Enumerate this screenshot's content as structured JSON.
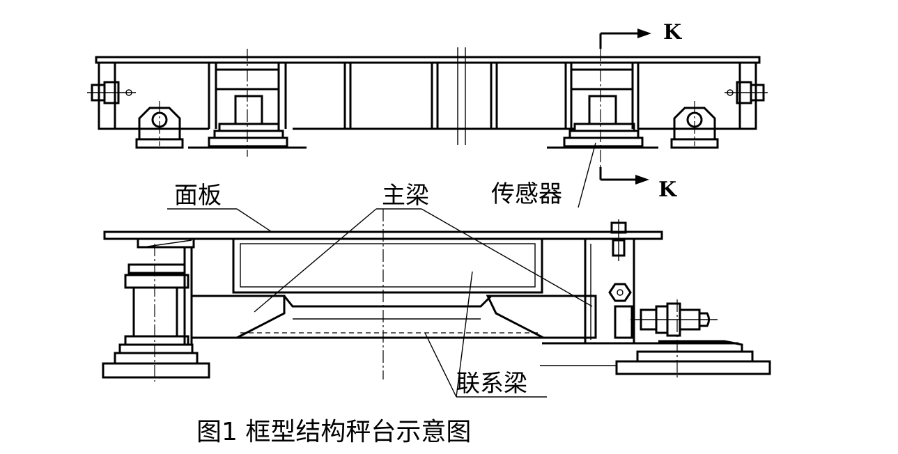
{
  "labels": {
    "panel": "面板",
    "main_beam": "主梁",
    "sensor": "传感器",
    "tie_beam": "联系梁",
    "section_top": "K",
    "section_bottom": "K"
  },
  "caption": "图1 框型结构秤台示意图"
}
